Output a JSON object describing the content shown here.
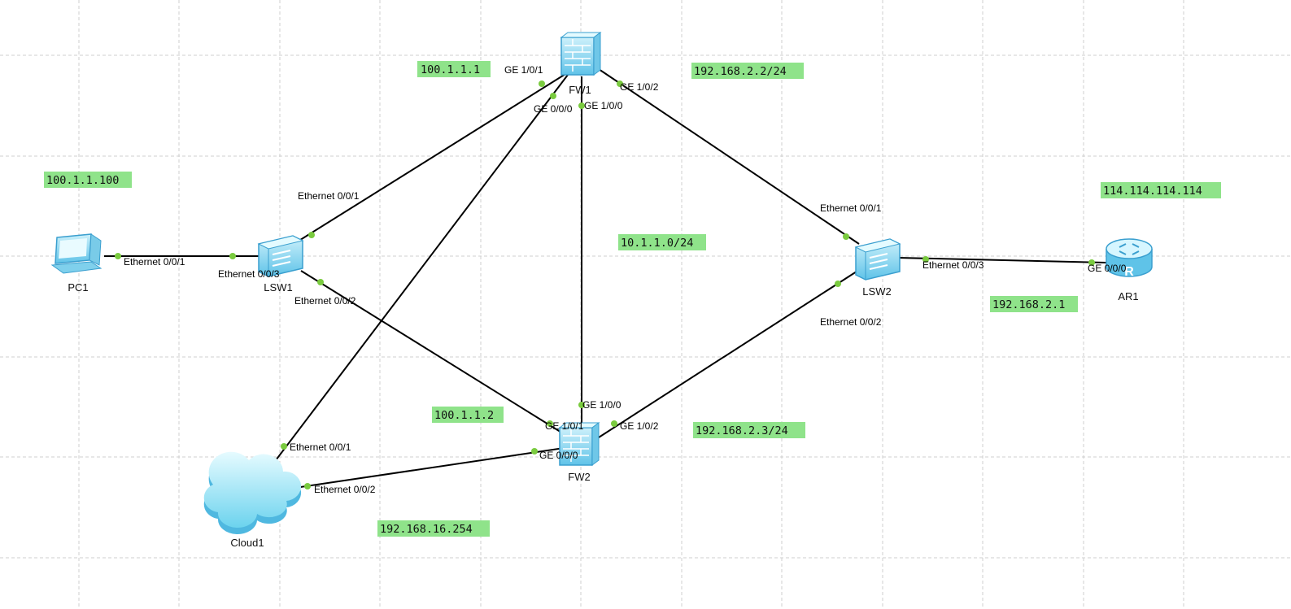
{
  "devices": {
    "pc1": "PC1",
    "lsw1": "LSW1",
    "fw1": "FW1",
    "fw2": "FW2",
    "lsw2": "LSW2",
    "ar1": "AR1",
    "cloud1": "Cloud1"
  },
  "ports": {
    "pc1_eth001": "Ethernet 0/0/1",
    "lsw1_eth003": "Ethernet 0/0/3",
    "lsw1_eth001": "Ethernet 0/0/1",
    "lsw1_eth002": "Ethernet 0/0/2",
    "fw1_ge101": "GE 1/0/1",
    "fw1_ge102": "GE 1/0/2",
    "fw1_ge000": "GE 0/0/0",
    "fw1_ge100": "GE 1/0/0",
    "fw2_ge100": "GE 1/0/0",
    "fw2_ge101": "GE 1/0/1",
    "fw2_ge102": "GE 1/0/2",
    "fw2_ge000": "GE 0/0/0",
    "lsw2_eth001": "Ethernet 0/0/1",
    "lsw2_eth002": "Ethernet 0/0/2",
    "lsw2_eth003": "Ethernet 0/0/3",
    "ar1_ge000": "GE 0/0/0",
    "cloud1_eth001": "Ethernet 0/0/1",
    "cloud1_eth002": "Ethernet 0/0/2"
  },
  "notes": {
    "fw1_outside_ip": "100.1.1.1",
    "pc1_ip": "100.1.1.100",
    "fw1_inside_ip": "192.168.2.2/24",
    "ar1_public_ip": "114.114.114.114",
    "heartbeat_net": "10.1.1.0/24",
    "ar1_inside_ip": "192.168.2.1",
    "fw2_outside_ip": "100.1.1.2",
    "fw2_inside_ip": "192.168.2.3/24",
    "cloud_ip": "192.168.16.254"
  },
  "colors": {
    "note_background": "#8fe38a",
    "port_dot": "#7acb3f",
    "link": "#000000",
    "grid": "#cfcfcf",
    "device_body": "#8fd6f0"
  }
}
